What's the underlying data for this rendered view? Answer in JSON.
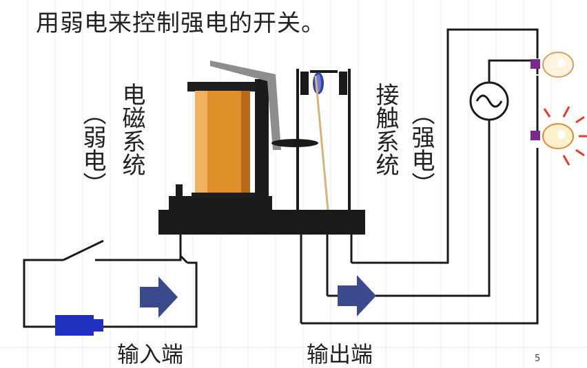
{
  "title": "用弱电来控制强电的开关。",
  "labels": {
    "weak_paren": "（弱电）",
    "electromagnetic_system": "电磁系统",
    "contact_system": "接触系统",
    "strong_paren": "（强电）",
    "input": "输入端",
    "output": "输出端",
    "page_number": "5"
  },
  "icons": {
    "relay_coil": "coil-icon",
    "switch": "switch-icon",
    "battery": "battery-icon",
    "ac_source": "ac-source-icon",
    "lamp_off": "lamp-off-icon",
    "lamp_on": "lamp-on-icon",
    "arrow": "arrow-right-icon"
  },
  "colors": {
    "coil": "#e0902a",
    "base": "#1a1a1a",
    "arrow": "#3a4a8c",
    "battery": "#1f2fbf",
    "lamp_glow": "#e83b2e"
  }
}
